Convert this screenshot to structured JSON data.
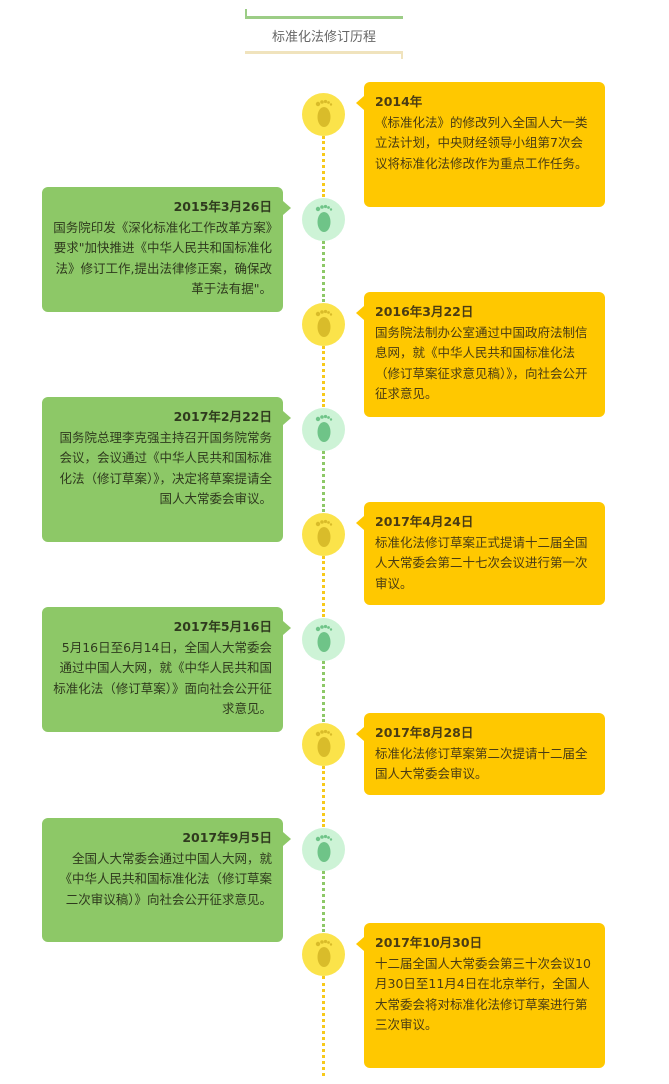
{
  "header": {
    "title": "标准化法修订历程"
  },
  "colors": {
    "yellow_card": "#ffc800",
    "green_card": "#8dc867",
    "yellow_node": "#fbe34a",
    "green_node": "#cdf3d6"
  },
  "events": [
    {
      "date": "2014年",
      "text": "《标准化法》的修改列入全国人大一类立法计划，中央财经领导小组第7次会议将标准化法修改作为重点工作任务。"
    },
    {
      "date": "2015年3月26日",
      "text": "国务院印发《深化标准化工作改革方案》要求\"加快推进《中华人民共和国标准化法》修订工作,提出法律修正案，确保改革于法有据\"。"
    },
    {
      "date": "2016年3月22日",
      "text": "国务院法制办公室通过中国政府法制信息网，就《中华人民共和国标准化法（修订草案征求意见稿）》，向社会公开征求意见。"
    },
    {
      "date": "2017年2月22日",
      "text": "国务院总理李克强主持召开国务院常务会议，会议通过《中华人民共和国标准化法（修订草案）》，决定将草案提请全国人大常委会审议。"
    },
    {
      "date": "2017年4月24日",
      "text": "标准化法修订草案正式提请十二届全国人大常委会第二十七次会议进行第一次审议。"
    },
    {
      "date": "2017年5月16日",
      "text": "5月16日至6月14日，全国人大常委会通过中国人大网，就《中华人民共和国标准化法（修订草案）》面向社会公开征求意见。"
    },
    {
      "date": "2017年8月28日",
      "text": "标准化法修订草案第二次提请十二届全国人大常委会审议。"
    },
    {
      "date": "2017年9月5日",
      "text": "全国人大常委会通过中国人大网，就《中华人民共和国标准化法（修订草案二次审议稿）》向社会公开征求意见。"
    },
    {
      "date": "2017年10月30日",
      "text": "十二届全国人大常委会第三十次会议10月30日至11月4日在北京举行，全国人大常委会将对标准化法修订草案进行第三次审议。"
    }
  ]
}
